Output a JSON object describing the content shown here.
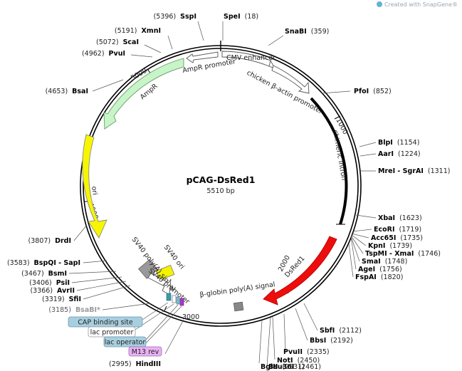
{
  "watermark": "Created with SnapGene®",
  "plasmid": {
    "name": "pCAG-DsRed1",
    "size_label": "5510 bp"
  },
  "ticks": [
    "1000",
    "2000",
    "3000",
    "4000",
    "5000"
  ],
  "features": {
    "cmv_enhancer": "CMV enhancer",
    "chicken_actin_promoter": "chicken β-actin promoter",
    "chimeric_intron": "chimeric intron",
    "dsred1": "DsRed1",
    "beta_globin_polya": "β-globin poly(A) signal",
    "sv40_promoter": "SV40 promoter",
    "sv40_polya": "SV40 poly(A) signal",
    "sv40_ori": "SV40 ori",
    "ori": "ori",
    "ampr": "AmpR",
    "ampr_promoter": "AmpR promoter",
    "cap_binding_site": "CAP binding site",
    "lac_promoter": "lac promoter",
    "lac_operator": "lac operator",
    "m13_rev": "M13 rev"
  },
  "sites": [
    {
      "id": "spei",
      "name": "SpeI",
      "pos": "(18)"
    },
    {
      "id": "sspi",
      "name": "SspI",
      "pos": "(5396)"
    },
    {
      "id": "snabi",
      "name": "SnaBI",
      "pos": "(359)"
    },
    {
      "id": "xmni",
      "name": "XmnI",
      "pos": "(5191)"
    },
    {
      "id": "scai",
      "name": "ScaI",
      "pos": "(5072)"
    },
    {
      "id": "pvui",
      "name": "PvuI",
      "pos": "(4962)"
    },
    {
      "id": "bsai",
      "name": "BsaI",
      "pos": "(4653)"
    },
    {
      "id": "pfoi",
      "name": "PfoI",
      "pos": "(852)"
    },
    {
      "id": "blpi",
      "name": "BlpI",
      "pos": "(1154)"
    },
    {
      "id": "aari",
      "name": "AarI",
      "pos": "(1224)"
    },
    {
      "id": "mrei",
      "name": "MreI - SgrAI",
      "pos": "(1311)"
    },
    {
      "id": "xbai",
      "name": "XbaI",
      "pos": "(1623)"
    },
    {
      "id": "ecori",
      "name": "EcoRI",
      "pos": "(1719)"
    },
    {
      "id": "acc65i",
      "name": "Acc65I",
      "pos": "(1735)"
    },
    {
      "id": "kpni",
      "name": "KpnI",
      "pos": "(1739)"
    },
    {
      "id": "tspmi",
      "name": "TspMI - XmaI",
      "pos": "(1746)"
    },
    {
      "id": "smai",
      "name": "SmaI",
      "pos": "(1748)"
    },
    {
      "id": "agei",
      "name": "AgeI",
      "pos": "(1756)"
    },
    {
      "id": "fspai",
      "name": "FspAI",
      "pos": "(1820)"
    },
    {
      "id": "drdi",
      "name": "DrdI",
      "pos": "(3807)"
    },
    {
      "id": "bspqi",
      "name": "BspQI - SapI",
      "pos": "(3583)"
    },
    {
      "id": "bsmi",
      "name": "BsmI",
      "pos": "(3467)"
    },
    {
      "id": "psii",
      "name": "PsiI",
      "pos": "(3406)"
    },
    {
      "id": "avrii",
      "name": "AvrII",
      "pos": "(3366)"
    },
    {
      "id": "sfii",
      "name": "SfiI",
      "pos": "(3319)"
    },
    {
      "id": "bsabi",
      "name": "BsaBI*",
      "pos": "(3185)"
    },
    {
      "id": "sbfi",
      "name": "SbfI",
      "pos": "(2112)"
    },
    {
      "id": "bbsi",
      "name": "BbsI",
      "pos": "(2192)"
    },
    {
      "id": "pvuii",
      "name": "PvuII",
      "pos": "(2335)"
    },
    {
      "id": "noti",
      "name": "NotI",
      "pos": "(2450)"
    },
    {
      "id": "bsu36i",
      "name": "Bsu36I",
      "pos": "(2461)"
    },
    {
      "id": "bglii",
      "name": "BglII",
      "pos": "(2531)"
    },
    {
      "id": "hindiii",
      "name": "HindIII",
      "pos": "(2995)"
    }
  ]
}
